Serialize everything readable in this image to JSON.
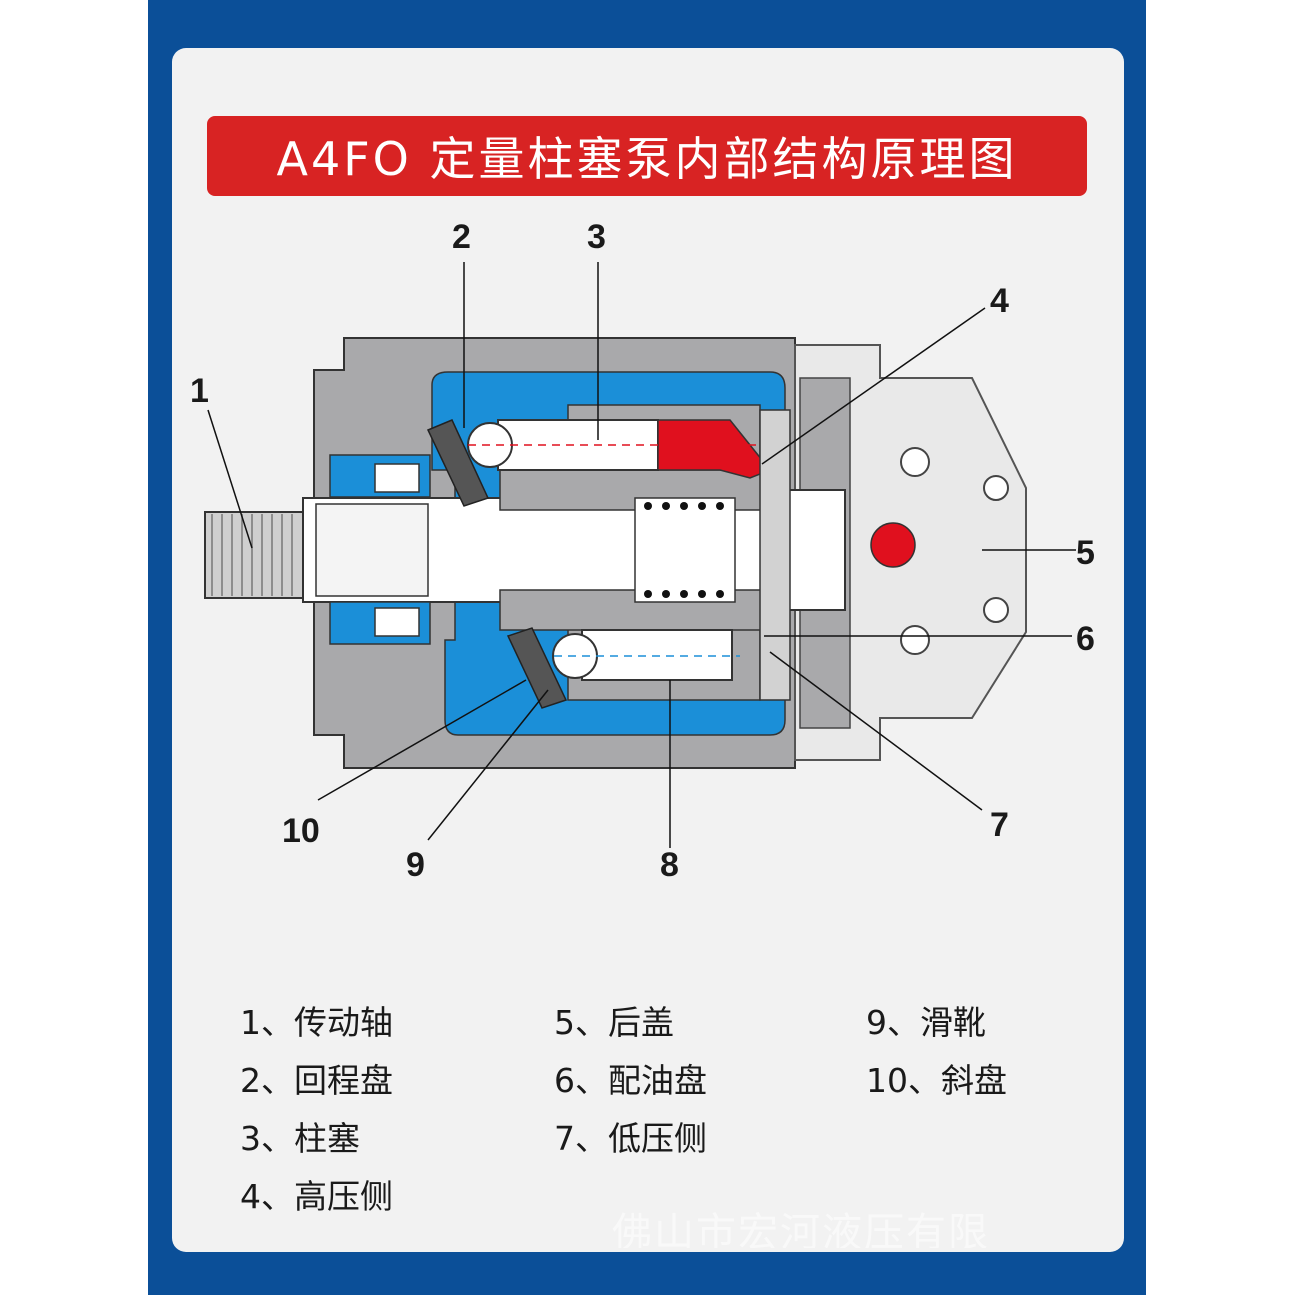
{
  "title": "A4FO 定量柱塞泵内部结构原理图",
  "callouts": [
    "1",
    "2",
    "3",
    "4",
    "5",
    "6",
    "7",
    "8",
    "9",
    "10"
  ],
  "legend": {
    "col1": [
      "1、传动轴",
      "2、回程盘",
      "3、柱塞",
      "4、高压侧"
    ],
    "col2": [
      "5、后盖",
      "6、配油盘",
      "7、低压侧"
    ],
    "col3": [
      "9、滑靴",
      "10、斜盘"
    ]
  },
  "watermark": "佛山市宏河液压有限",
  "colors": {
    "frame": "#0b4f98",
    "title_bg": "#d82323",
    "housing": "#a9a9ab",
    "oil_low": "#1b8fd8",
    "oil_high": "#e0101e"
  }
}
